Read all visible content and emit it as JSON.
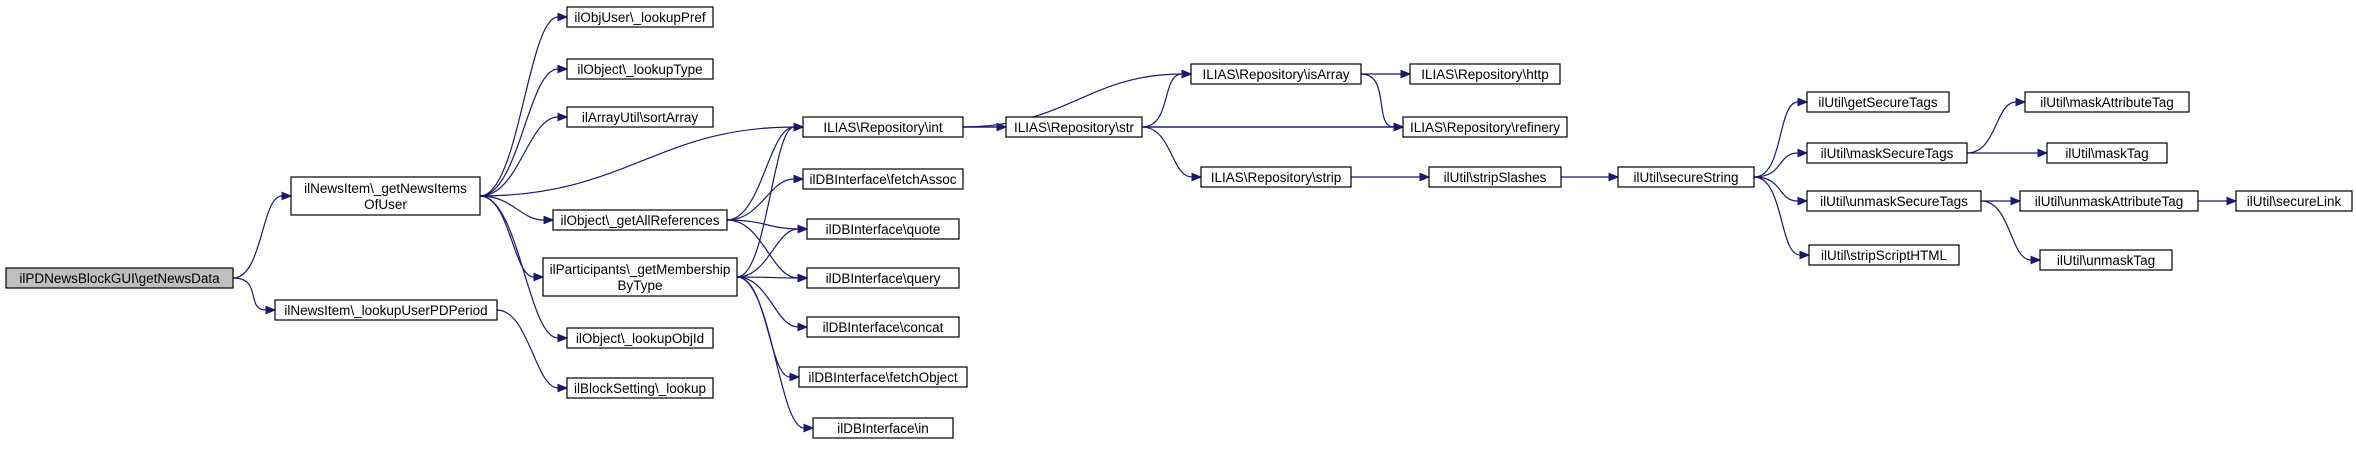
{
  "graph": {
    "title": "",
    "nodes": [
      {
        "id": "root",
        "lines": [
          "ilPDNewsBlockGUI\\getNewsData"
        ]
      },
      {
        "id": "getNewsItemsOfUser",
        "lines": [
          "ilNewsItem\\_getNewsItems",
          "OfUser"
        ]
      },
      {
        "id": "lookupUserPDPeriod",
        "lines": [
          "ilNewsItem\\_lookupUserPDPeriod"
        ]
      },
      {
        "id": "lookupPref",
        "lines": [
          "ilObjUser\\_lookupPref"
        ]
      },
      {
        "id": "lookupType",
        "lines": [
          "ilObject\\_lookupType"
        ]
      },
      {
        "id": "sortArray",
        "lines": [
          "ilArrayUtil\\sortArray"
        ]
      },
      {
        "id": "getAllReferences",
        "lines": [
          "ilObject\\_getAllReferences"
        ]
      },
      {
        "id": "getMembership",
        "lines": [
          "ilParticipants\\_getMembership",
          "ByType"
        ]
      },
      {
        "id": "lookupObjId",
        "lines": [
          "ilObject\\_lookupObjId"
        ]
      },
      {
        "id": "blockLookup",
        "lines": [
          "ilBlockSetting\\_lookup"
        ]
      },
      {
        "id": "repoInt",
        "lines": [
          "ILIAS\\Repository\\int"
        ]
      },
      {
        "id": "fetchAssoc",
        "lines": [
          "ilDBInterface\\fetchAssoc"
        ]
      },
      {
        "id": "quote",
        "lines": [
          "ilDBInterface\\quote"
        ]
      },
      {
        "id": "query",
        "lines": [
          "ilDBInterface\\query"
        ]
      },
      {
        "id": "concat",
        "lines": [
          "ilDBInterface\\concat"
        ]
      },
      {
        "id": "fetchObject",
        "lines": [
          "ilDBInterface\\fetchObject"
        ]
      },
      {
        "id": "dbIn",
        "lines": [
          "ilDBInterface\\in"
        ]
      },
      {
        "id": "repoStr",
        "lines": [
          "ILIAS\\Repository\\str"
        ]
      },
      {
        "id": "repoIsArray",
        "lines": [
          "ILIAS\\Repository\\isArray"
        ]
      },
      {
        "id": "repoHttp",
        "lines": [
          "ILIAS\\Repository\\http"
        ]
      },
      {
        "id": "repoRefinery",
        "lines": [
          "ILIAS\\Repository\\refinery"
        ]
      },
      {
        "id": "repoStrip",
        "lines": [
          "ILIAS\\Repository\\strip"
        ]
      },
      {
        "id": "stripSlashes",
        "lines": [
          "ilUtil\\stripSlashes"
        ]
      },
      {
        "id": "secureString",
        "lines": [
          "ilUtil\\secureString"
        ]
      },
      {
        "id": "getSecureTags",
        "lines": [
          "ilUtil\\getSecureTags"
        ]
      },
      {
        "id": "maskSecureTags",
        "lines": [
          "ilUtil\\maskSecureTags"
        ]
      },
      {
        "id": "unmaskSecureTags",
        "lines": [
          "ilUtil\\unmaskSecureTags"
        ]
      },
      {
        "id": "stripScriptHTML",
        "lines": [
          "ilUtil\\stripScriptHTML"
        ]
      },
      {
        "id": "maskAttributeTag",
        "lines": [
          "ilUtil\\maskAttributeTag"
        ]
      },
      {
        "id": "maskTag",
        "lines": [
          "ilUtil\\maskTag"
        ]
      },
      {
        "id": "unmaskAttributeTag",
        "lines": [
          "ilUtil\\unmaskAttributeTag"
        ]
      },
      {
        "id": "unmaskTag",
        "lines": [
          "ilUtil\\unmaskTag"
        ]
      },
      {
        "id": "secureLink",
        "lines": [
          "ilUtil\\secureLink"
        ]
      }
    ],
    "edges": [
      [
        "root",
        "getNewsItemsOfUser"
      ],
      [
        "root",
        "lookupUserPDPeriod"
      ],
      [
        "getNewsItemsOfUser",
        "lookupPref"
      ],
      [
        "getNewsItemsOfUser",
        "lookupType"
      ],
      [
        "getNewsItemsOfUser",
        "sortArray"
      ],
      [
        "getNewsItemsOfUser",
        "repoInt"
      ],
      [
        "getNewsItemsOfUser",
        "getAllReferences"
      ],
      [
        "getNewsItemsOfUser",
        "getMembership"
      ],
      [
        "getNewsItemsOfUser",
        "lookupObjId"
      ],
      [
        "lookupUserPDPeriod",
        "blockLookup"
      ],
      [
        "getAllReferences",
        "repoInt"
      ],
      [
        "getAllReferences",
        "fetchAssoc"
      ],
      [
        "getAllReferences",
        "quote"
      ],
      [
        "getAllReferences",
        "query"
      ],
      [
        "getMembership",
        "repoInt"
      ],
      [
        "getMembership",
        "quote"
      ],
      [
        "getMembership",
        "query"
      ],
      [
        "getMembership",
        "concat"
      ],
      [
        "getMembership",
        "fetchObject"
      ],
      [
        "getMembership",
        "dbIn"
      ],
      [
        "repoInt",
        "repoIsArray"
      ],
      [
        "repoInt",
        "repoStr"
      ],
      [
        "repoInt",
        "repoRefinery"
      ],
      [
        "repoStr",
        "repoIsArray"
      ],
      [
        "repoStr",
        "repoRefinery"
      ],
      [
        "repoStr",
        "repoStrip"
      ],
      [
        "repoIsArray",
        "repoHttp"
      ],
      [
        "repoIsArray",
        "repoRefinery"
      ],
      [
        "repoStrip",
        "stripSlashes"
      ],
      [
        "stripSlashes",
        "secureString"
      ],
      [
        "secureString",
        "getSecureTags"
      ],
      [
        "secureString",
        "maskSecureTags"
      ],
      [
        "secureString",
        "unmaskSecureTags"
      ],
      [
        "secureString",
        "stripScriptHTML"
      ],
      [
        "maskSecureTags",
        "maskAttributeTag"
      ],
      [
        "maskSecureTags",
        "maskTag"
      ],
      [
        "unmaskSecureTags",
        "unmaskAttributeTag"
      ],
      [
        "unmaskSecureTags",
        "unmaskTag"
      ],
      [
        "unmaskAttributeTag",
        "secureLink"
      ]
    ]
  }
}
